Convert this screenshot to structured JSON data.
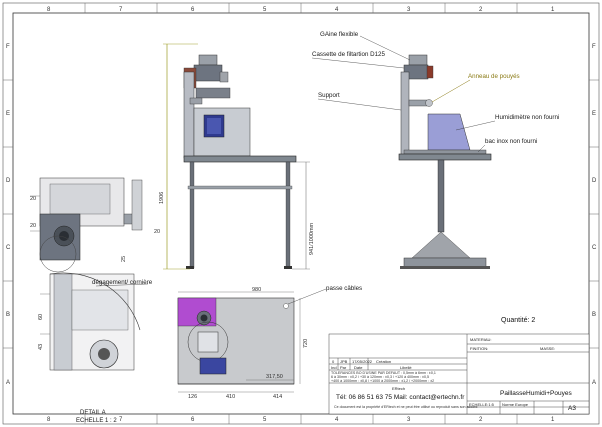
{
  "border": {
    "cols_top": [
      "8",
      "7",
      "6",
      "5",
      "4",
      "3",
      "2",
      "1"
    ],
    "cols_bottom": [
      "8",
      "7",
      "6",
      "5",
      "4",
      "3",
      "2",
      "1"
    ],
    "rows_left": [
      "F",
      "E",
      "D",
      "C",
      "B",
      "A"
    ],
    "rows_right": [
      "F",
      "E",
      "D",
      "C",
      "B",
      "A"
    ]
  },
  "callouts": {
    "gaine": "GAine flexible",
    "cassette": "Cassette de filtartion D125",
    "anneau": "Anneau de pouyés",
    "support": "Support",
    "humidimetre": "Humidimètre non fourni",
    "bac": "bac inox non fourni",
    "degagement": "dégagement/ cornière",
    "passe_cables": "passe câbles"
  },
  "dimensions": {
    "front_height": "1906",
    "side_height": "941/1000mm",
    "top_width": "980",
    "top_depth": "720",
    "top_offset": "317,50",
    "bottom_126": "126",
    "bottom_410": "410",
    "bottom_414": "414",
    "left_20a": "20",
    "left_20b": "20",
    "left_20c": "20",
    "left_25": "25",
    "left_60": "60",
    "left_43": "43"
  },
  "detail_label": "DETAIL A",
  "detail_scale": "ECHELLE 1 : 2",
  "quantity": "Quantité: 2",
  "title_block": {
    "materiau": "MATERIAU:",
    "finition": "FINITION:",
    "masse": "MASSE:",
    "rev_index": "0",
    "rev_author": "JPB",
    "rev_date": "17/05/2022",
    "rev_text": "Création",
    "hdr_ind": "Ind",
    "hdr_par": "Par",
    "hdr_date": "Date",
    "hdr_libelle": "Libellé",
    "tolerances_1": "TOLERANCES BO D'USINE PAR DEFAUT : 0,5mm à 6mm : ±0,1",
    "tolerances_2": "6 à 30mm : ±0,2 / +30 à 120mm : ±0,3 / +120 à 400mm : ±0,5",
    "tolerances_3": "+400 à 1000mm : ±0,8 / +1000 à 2000mm : ±1,2 / +2000mm : ±2",
    "company": "ERtech",
    "contact": "Tél: 06 86 51 63 75 Mail: contact@ertechn.fr",
    "notice": "Ce document est la propriété d'ERtech et ne peut être utilisé ou reproduit sans son accord",
    "drawing_title": "PaillasseHumidi+Pouyes",
    "echelle": "ECHELLE:1:5",
    "norme": "Norme Europe",
    "feuille": "",
    "format": "A3"
  }
}
